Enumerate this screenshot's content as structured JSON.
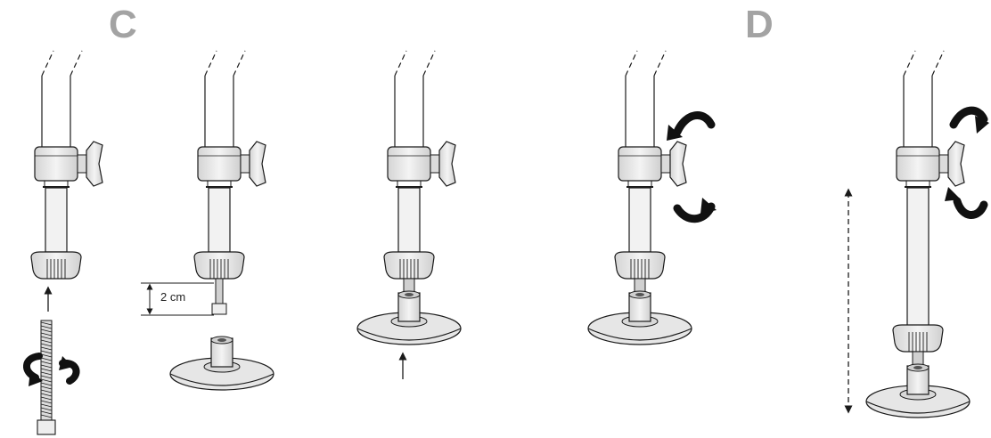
{
  "steps": {
    "c_label": "C",
    "d_label": "D"
  },
  "dimension": {
    "label": "2 cm"
  },
  "icons": [
    "threaded-rod-icon",
    "rotate-arrows-icon",
    "insert-arrow-icon",
    "suction-foot-icon",
    "adjustable-leg-icon",
    "height-range-arrow-icon"
  ],
  "colors": {
    "line": "#1a1a1a",
    "metal": "#ededed",
    "metal_dark": "#cfcfcf",
    "letter": "#a3a3a3"
  }
}
